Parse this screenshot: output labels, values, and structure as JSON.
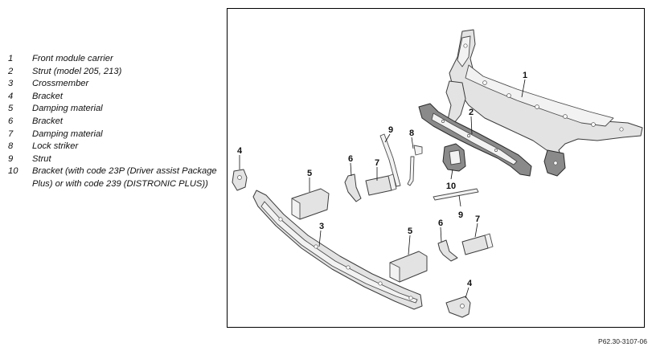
{
  "legend": [
    {
      "num": "1",
      "text": "Front module carrier"
    },
    {
      "num": "2",
      "text": "Strut (model 205, 213)"
    },
    {
      "num": "3",
      "text": "Crossmember"
    },
    {
      "num": "4",
      "text": "Bracket"
    },
    {
      "num": "5",
      "text": "Damping material"
    },
    {
      "num": "6",
      "text": "Bracket"
    },
    {
      "num": "7",
      "text": "Damping material"
    },
    {
      "num": "8",
      "text": "Lock striker"
    },
    {
      "num": "9",
      "text": "Strut"
    },
    {
      "num": "10",
      "text": "Bracket (with code 23P (Driver assist Package Plus) or with code 239 (DISTRONIC PLUS))"
    }
  ],
  "callouts": {
    "c1": "1",
    "c2": "2",
    "c3": "3",
    "c4a": "4",
    "c4b": "4",
    "c5a": "5",
    "c5b": "5",
    "c6a": "6",
    "c6b": "6",
    "c7a": "7",
    "c7b": "7",
    "c8": "8",
    "c9a": "9",
    "c9b": "9",
    "c10": "10"
  },
  "reference_code": "P62.30-3107-06"
}
